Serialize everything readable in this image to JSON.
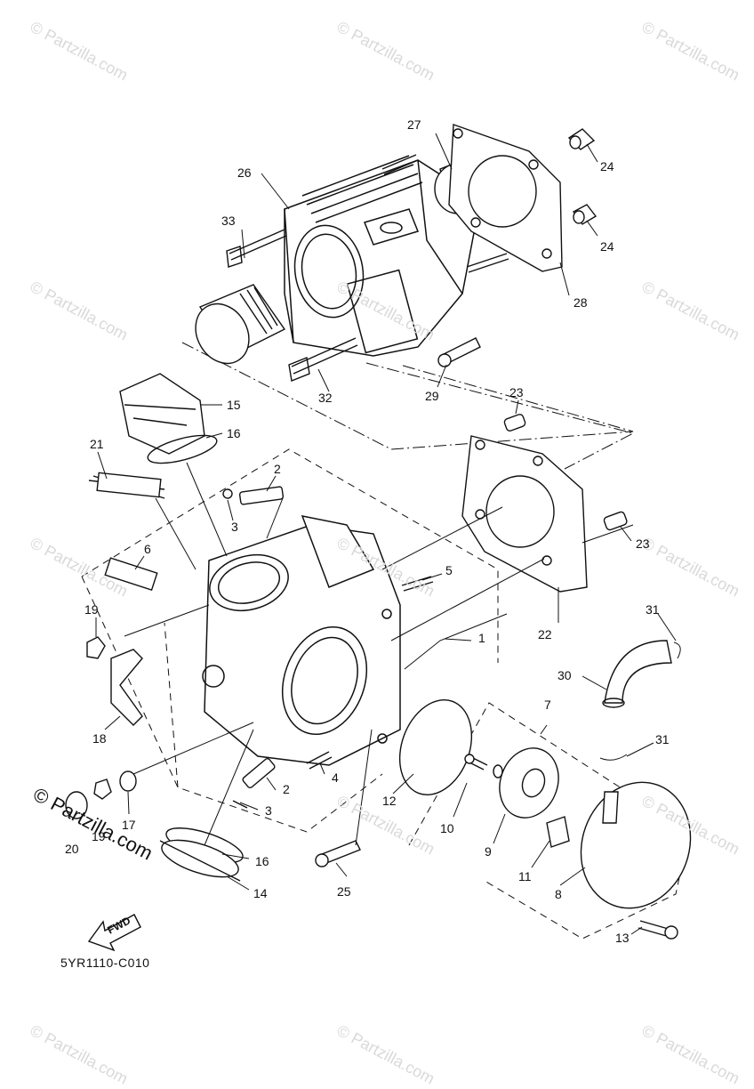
{
  "diagram_code": "5YR1110-C010",
  "fwd_label": "FWD",
  "watermark": "Partzilla.com",
  "watermark_symbol": "©",
  "callouts": {
    "c1": "1",
    "c2a": "2",
    "c2b": "2",
    "c3a": "3",
    "c3b": "3",
    "c4": "4",
    "c5": "5",
    "c6": "6",
    "c7": "7",
    "c8": "8",
    "c9": "9",
    "c10": "10",
    "c11": "11",
    "c12": "12",
    "c13": "13",
    "c14": "14",
    "c15": "15",
    "c16a": "16",
    "c16b": "16",
    "c17": "17",
    "c18": "18",
    "c19a": "19",
    "c19b": "19",
    "c20": "20",
    "c21": "21",
    "c22": "22",
    "c23a": "23",
    "c23b": "23",
    "c24a": "24",
    "c24b": "24",
    "c25": "25",
    "c26": "26",
    "c27": "27",
    "c28": "28",
    "c29": "29",
    "c30": "30",
    "c31a": "31",
    "c31b": "31",
    "c32": "32",
    "c33": "33"
  }
}
